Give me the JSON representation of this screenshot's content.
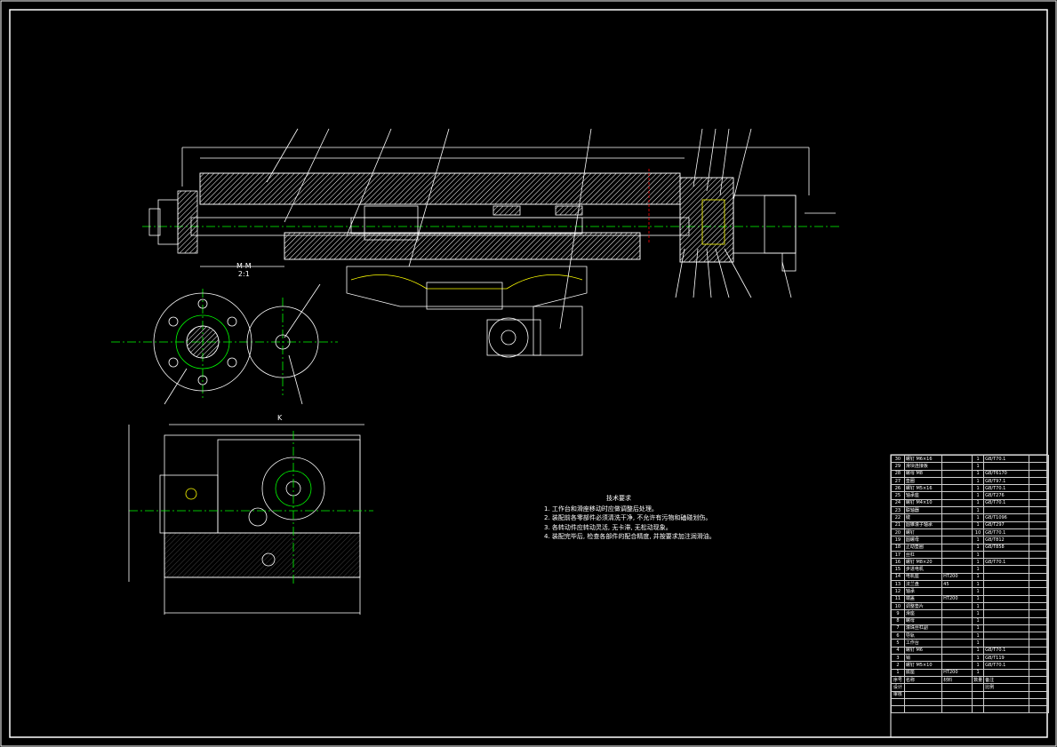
{
  "technical_requirements": {
    "title": "技术要求",
    "items": [
      "1. 工作台和滑座移动时应做调整后处理。",
      "2. 装配前各零部件必须清洗干净, 不允许有污物和磕碰划伤。",
      "3. 各转动件应转动灵活, 无卡滞, 无松动现象。",
      "4. 装配完毕后, 检查各部件的配合精度, 并按要求加注润滑油。"
    ]
  },
  "section_label": "M-M",
  "section_scale": "2:1",
  "view_label": "K",
  "bom": {
    "rows": [
      [
        "30",
        "螺钉 M6×16",
        "",
        "1",
        "GB/T70.1",
        "",
        ""
      ],
      [
        "29",
        "滑块连接板",
        "",
        "1",
        "",
        "",
        ""
      ],
      [
        "28",
        "螺母 M8",
        "",
        "1",
        "GB/T6170",
        "",
        ""
      ],
      [
        "27",
        "垫圈",
        "",
        "1",
        "GB/T97.1",
        "",
        ""
      ],
      [
        "26",
        "螺钉 M5×16",
        "",
        "1",
        "GB/T70.1",
        "",
        ""
      ],
      [
        "25",
        "轴承座",
        "",
        "1",
        "GB/T276",
        "",
        ""
      ],
      [
        "24",
        "螺钉 M4×10",
        "",
        "1",
        "GB/T70.1",
        "",
        ""
      ],
      [
        "23",
        "联轴器",
        "",
        "1",
        "",
        "",
        ""
      ],
      [
        "22",
        "键",
        "",
        "1",
        "GB/T1096",
        "",
        ""
      ],
      [
        "21",
        "圆锥滚子轴承",
        "",
        "1",
        "GB/T297",
        "",
        ""
      ],
      [
        "20",
        "螺钉",
        "",
        "10",
        "GB/T70.1",
        "",
        ""
      ],
      [
        "19",
        "圆螺母",
        "",
        "1",
        "GB/T812",
        "",
        ""
      ],
      [
        "18",
        "止动垫圈",
        "",
        "1",
        "GB/T858",
        "",
        ""
      ],
      [
        "17",
        "丝杠",
        "",
        "1",
        "",
        "",
        ""
      ],
      [
        "16",
        "螺钉 M8×20",
        "",
        "1",
        "GB/T70.1",
        "",
        ""
      ],
      [
        "15",
        "步进电机",
        "",
        "1",
        "",
        "",
        ""
      ],
      [
        "14",
        "电机座",
        "HT200",
        "1",
        "",
        "",
        ""
      ],
      [
        "13",
        "法兰盘",
        "45",
        "1",
        "",
        "",
        ""
      ],
      [
        "12",
        "轴承",
        "",
        "1",
        "",
        "",
        ""
      ],
      [
        "11",
        "端盖",
        "HT200",
        "1",
        "",
        "",
        ""
      ],
      [
        "10",
        "调整垫片",
        "",
        "1",
        "",
        "",
        ""
      ],
      [
        "9",
        "滑座",
        "",
        "1",
        "",
        "",
        ""
      ],
      [
        "8",
        "螺母",
        "",
        "1",
        "",
        "",
        ""
      ],
      [
        "7",
        "滚珠丝杠副",
        "",
        "1",
        "",
        "",
        ""
      ],
      [
        "6",
        "导轨",
        "",
        "1",
        "",
        "",
        ""
      ],
      [
        "5",
        "工作台",
        "",
        "1",
        "",
        "",
        ""
      ],
      [
        "4",
        "螺钉 M6",
        "",
        "1",
        "GB/T70.1",
        "",
        ""
      ],
      [
        "3",
        "销",
        "",
        "1",
        "GB/T119",
        "",
        ""
      ],
      [
        "2",
        "螺钉 M5×10",
        "",
        "1",
        "GB/T70.1",
        "",
        ""
      ],
      [
        "1",
        "底座",
        "HT200",
        "1",
        "",
        "",
        ""
      ]
    ],
    "header": [
      "序号",
      "名称",
      "材料",
      "数量",
      "备注",
      "",
      ""
    ],
    "footer_rows": [
      [
        "设计",
        "",
        "",
        "",
        "比例",
        "",
        ""
      ],
      [
        "审核",
        "",
        "",
        "",
        "",
        "",
        ""
      ],
      [
        "",
        "",
        "",
        "",
        "",
        "",
        ""
      ],
      [
        "",
        "",
        "",
        "",
        "",
        "",
        ""
      ]
    ]
  },
  "colors": {
    "background": "#000000",
    "outline": "#ffffff",
    "centerline": "#00ff00",
    "hidden": "#ffff00",
    "hatch": "#ffffff",
    "cut": "#ff0000"
  }
}
